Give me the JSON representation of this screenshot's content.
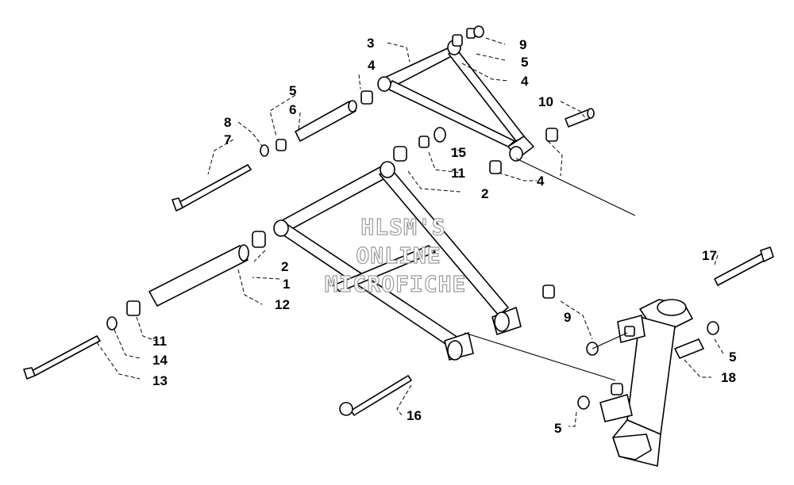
{
  "watermark": {
    "line1": "HLSM'S",
    "line2": "ONLINE",
    "line3": "MICROFICHE"
  },
  "callouts": {
    "l_3": "3",
    "l_4_upper": "4",
    "l_9_top": "9",
    "l_5_top": "5",
    "l_4_top_right": "4",
    "l_5_mid": "5",
    "l_6": "6",
    "l_8": "8",
    "l_7": "7",
    "l_10": "10",
    "l_15": "15",
    "l_11_upper": "11",
    "l_2_upper": "2",
    "l_4_lower": "4",
    "l_2_lower": "2",
    "l_1": "1",
    "l_12": "12",
    "l_11_lower": "11",
    "l_14": "14",
    "l_13": "13",
    "l_17": "17",
    "l_9_lower": "9",
    "l_5_right": "5",
    "l_18": "18",
    "l_16": "16",
    "l_5_bottom": "5"
  }
}
